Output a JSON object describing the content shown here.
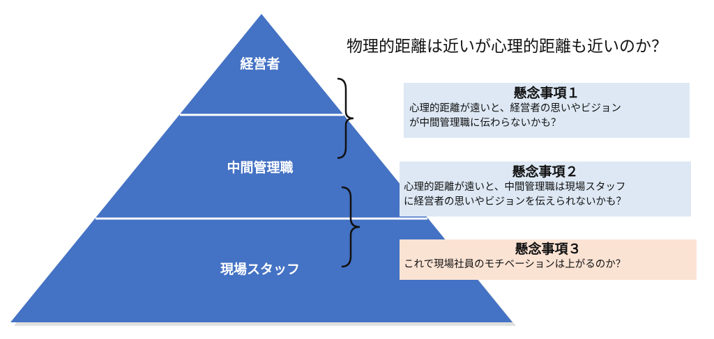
{
  "title": "物理的距離は近いが心理的距離も近いのか？",
  "pyramid": {
    "levels": [
      {
        "label": "経営者"
      },
      {
        "label": "中間管理職"
      },
      {
        "label": "現場スタッフ"
      }
    ]
  },
  "colors": {
    "pyramid_fill": "#4472c4",
    "pyramid_divider": "#ffffff",
    "concern_blue": "#dde8f4",
    "concern_orange": "#fbe3d4",
    "brace": "#111111"
  },
  "concerns": [
    {
      "heading": "懸念事項１",
      "lines": [
        "心理的距離が遠いと、経営者の思いやビジョン",
        "が中間管理職に伝わらないかも？"
      ]
    },
    {
      "heading": "懸念事項２",
      "lines": [
        "心理的距離が遠いと、中間管理職は現場スタッフ",
        "に経営者の思いやビジョンを伝えられないかも？"
      ]
    },
    {
      "heading": "懸念事項３",
      "lines": [
        "これで現場社員のモチベーションは上がるのか？"
      ]
    }
  ]
}
